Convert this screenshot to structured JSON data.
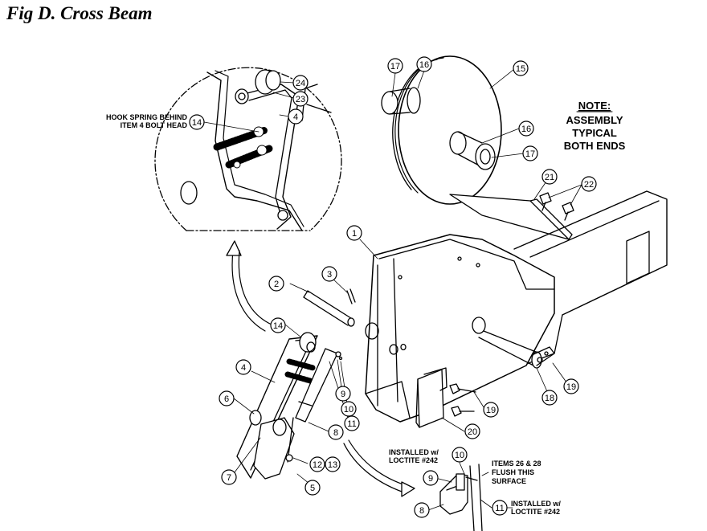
{
  "figure": {
    "title": "Fig D.  Cross Beam"
  },
  "note": {
    "heading": "NOTE:",
    "line1": "ASSEMBLY",
    "line2": "TYPICAL",
    "line3": "BOTH ENDS"
  },
  "annotations": {
    "hook_line1": "HOOK SPRING BEHIND",
    "hook_line2": "ITEM 4 BOLT HEAD",
    "loctite_top_line1": "INSTALLED w/",
    "loctite_top_line2": "LOCTITE #242",
    "items_line1": "ITEMS 26 & 28",
    "items_line2": "FLUSH THIS",
    "items_line3": "SURFACE",
    "loctite_bot_line1": "INSTALLED w/",
    "loctite_bot_line2": "LOCTITE #242"
  },
  "callouts": [
    {
      "id": "c24",
      "label": "24"
    },
    {
      "id": "c23",
      "label": "23"
    },
    {
      "id": "c4top",
      "label": "4"
    },
    {
      "id": "c14top",
      "label": "14"
    },
    {
      "id": "c17a",
      "label": "17"
    },
    {
      "id": "c16a",
      "label": "16"
    },
    {
      "id": "c15",
      "label": "15"
    },
    {
      "id": "c16b",
      "label": "16"
    },
    {
      "id": "c17b",
      "label": "17"
    },
    {
      "id": "c21",
      "label": "21"
    },
    {
      "id": "c22",
      "label": "22"
    },
    {
      "id": "c1",
      "label": "1"
    },
    {
      "id": "c2",
      "label": "2"
    },
    {
      "id": "c3",
      "label": "3"
    },
    {
      "id": "c14",
      "label": "14"
    },
    {
      "id": "c4",
      "label": "4"
    },
    {
      "id": "c6",
      "label": "6"
    },
    {
      "id": "c9",
      "label": "9"
    },
    {
      "id": "c10",
      "label": "10"
    },
    {
      "id": "c11",
      "label": "11"
    },
    {
      "id": "c8",
      "label": "8"
    },
    {
      "id": "c7",
      "label": "7"
    },
    {
      "id": "c12",
      "label": "12"
    },
    {
      "id": "c13",
      "label": "13"
    },
    {
      "id": "c5",
      "label": "5"
    },
    {
      "id": "c18",
      "label": "18"
    },
    {
      "id": "c19a",
      "label": "19"
    },
    {
      "id": "c19b",
      "label": "19"
    },
    {
      "id": "c20",
      "label": "20"
    },
    {
      "id": "c10b",
      "label": "10"
    },
    {
      "id": "c9b",
      "label": "9"
    },
    {
      "id": "c8b",
      "label": "8"
    },
    {
      "id": "c11b",
      "label": "11"
    }
  ]
}
